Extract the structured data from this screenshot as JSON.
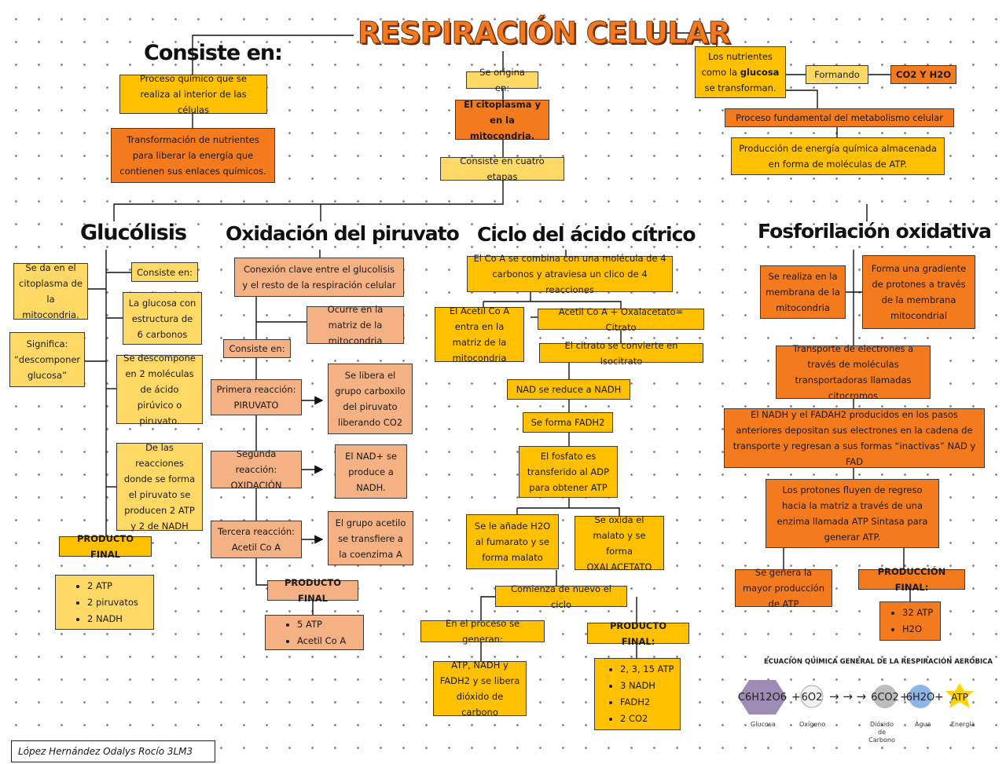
{
  "title": "RESPIRACIÓN CELULAR",
  "consiste": {
    "heading": "Consiste en:",
    "b1": "Proceso químico que se realiza al interior de las células",
    "b2": "Transformación de nutrientes para liberar la energía que contienen sus enlaces químicos."
  },
  "origin": {
    "label": "Se origina en:",
    "place": "El citoplasma y en la mitocondria.",
    "stages": "Consiste en cuatro etapas"
  },
  "nutrients": {
    "pre": "Los nutrientes como la ",
    "bold": "glucosa",
    "post": " se transforman.",
    "forming": "Formando",
    "result": "CO2 Y H2O",
    "f1": "Proceso fundamental del metabolismo celular",
    "f2": "Producción de energía química almacenada en forma de moléculas de ATP."
  },
  "glucolisis": {
    "heading": "Glucólisis",
    "where": "Se da en el citoplasma de la mitocondria.",
    "means": "Significa: “descomponer glucosa”",
    "consists": "Consiste en:",
    "c1": "La glucosa con estructura de 6 carbonos",
    "c2": "Se descompone en 2 moléculas de ácido pirúvico o piruvato.",
    "c3": "De las reacciones donde se forma el piruvato se producen 2 ATP y 2 de NADH",
    "final": "PRODUCTO FINAL",
    "items": [
      "2 ATP",
      "2 piruvatos",
      "2 NADH"
    ]
  },
  "oxidacion": {
    "heading": "Oxidación del piruvato",
    "conn": "Conexión clave entre el glucolisis y el resto de la respiración celular",
    "matrix": "Ocurre en la matriz de la mitocondria",
    "consists": "Consiste en:",
    "r1": "Primera reacción: PIRUVATO",
    "r1d": "Se libera el grupo carboxilo del piruvato liberando CO2",
    "r2": "Segunda reacción: OXIDACIÓN",
    "r2d": "El NAD+ se produce a NADH.",
    "r3": "Tercera reacción: Acetil Co A",
    "r3d": "El grupo acetilo se transfiere a la coenzima A",
    "final": "PRODUCTO FINAL",
    "items": [
      "5 ATP",
      "Acetil Co A"
    ]
  },
  "ciclo": {
    "heading": "Ciclo del ácido cítrico",
    "s1": "El Co A se combina con una molécula de 4 carbonos y atraviesa un clico de 4 reacciones",
    "acetil": "El Acetil Co A entra en la matriz de la mitocondria",
    "s2": "Acetil Co A + Oxalacetato= Citrato",
    "s3": "El citrato se convierte en Isocitrato",
    "s4": "NAD se reduce a NADH",
    "s5": "Se forma FADH2",
    "s6": "El fosfato es transferido al ADP para obtener ATP",
    "s7a": "Se le añade H2O al fumarato y se forma malato",
    "s7b": "Se oxida el malato y se forma OXALACETATO",
    "restart": "Comienza de nuevo el ciclo",
    "generated": "En el proceso se generan:",
    "gen_text": "ATP, NADH y FADH2 y se libera dióxido de carbono",
    "final": "PRODUCTO FINAL:",
    "items": [
      "2, 3, 15 ATP",
      "3 NADH",
      "FADH2",
      "2 CO2"
    ]
  },
  "fosforilacion": {
    "heading": "Fosforilación oxidativa",
    "membrane": "Se realiza en la membrana de la mitocondria",
    "gradient": "Forma una gradiente de protones a través de la membrana mitocondrial",
    "transport": "Transporte de electrones a través de moléculas transportadoras llamadas citocromos",
    "nadh": "El NADH y el FADAH2 producidos en los pasos anteriores depositan sus electrones en la cadena de transporte y regresan a sus formas “inactivas” NAD y FAD",
    "protons": "Los protones fluyen de regreso hacia la matriz a través de una enzima llamada ATP Sintasa para generar ATP.",
    "most": "Se genera la mayor producción de ATP",
    "final": "PRODUCCIÓN FINAL:",
    "items": [
      "32 ATP",
      "H2O"
    ]
  },
  "equation": {
    "title": "ECUACIÓN QUÍMICA GENERAL DE LA RESPIRACIÓN AERÓBICA",
    "glucose": "C6H12O6",
    "oxygen": "6O2",
    "co2": "6CO2",
    "water": "6H2O",
    "atp": "ATP",
    "plus": "+",
    "arrows": "→ → →",
    "labels": [
      "Glucosa",
      "Oxígeno",
      "Dióxido de Carbono",
      "Agua",
      "Energía"
    ]
  },
  "author": "López Hernández Odalys Rocío 3LM3",
  "colors": {
    "yellow": "#ffc000",
    "light_yellow": "#ffd966",
    "orange": "#f47a1e",
    "peach": "#f4b183",
    "title": "#f27a1c"
  }
}
